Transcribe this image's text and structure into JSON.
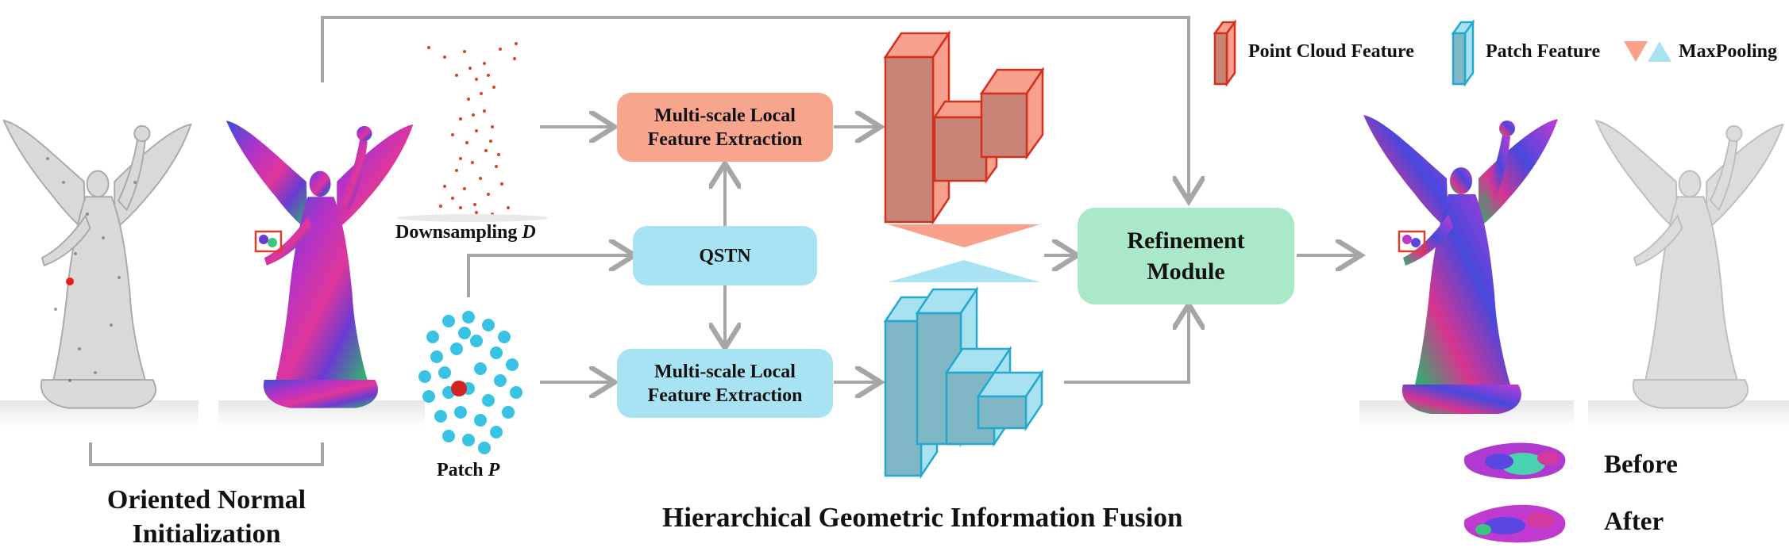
{
  "legend": {
    "point_cloud_feature": "Point Cloud Feature",
    "patch_feature": "Patch Feature",
    "maxpooling": "MaxPooling",
    "colors": {
      "point_cloud": "#f5a48c",
      "patch": "#a8e2f0",
      "maxpool_orange": "#f8a08a",
      "maxpool_blue": "#a9e3f3"
    }
  },
  "boxes": {
    "multiscale_top": [
      "Multi-scale Local",
      "Feature Extraction"
    ],
    "qstn": "QSTN",
    "multiscale_bottom": [
      "Multi-scale Local",
      "Feature Extraction"
    ],
    "refinement": [
      "Refinement",
      "Module"
    ]
  },
  "labels": {
    "downsampling": "Downsampling",
    "downsampling_var": "D",
    "patch": "Patch",
    "patch_var": "P",
    "stage1_title": [
      "Oriented Normal",
      "Initialization"
    ],
    "stage2_title": "Hierarchical Geometric Information Fusion",
    "before": "Before",
    "after": "After"
  },
  "colors": {
    "arrow": "#a6a6a6",
    "box_orange": "#f8a58e",
    "box_blue": "#a7e3f2",
    "box_green": "#a9e8c8"
  }
}
